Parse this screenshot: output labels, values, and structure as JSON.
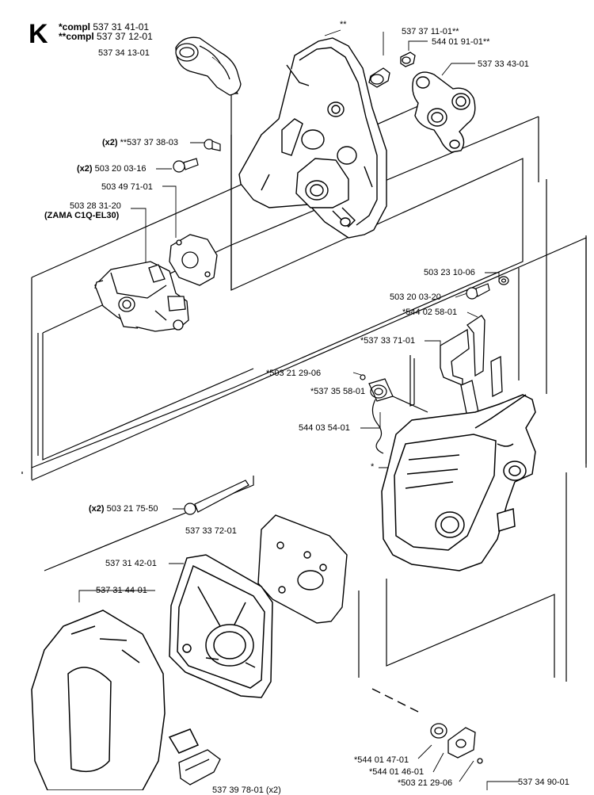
{
  "section_letter": "K",
  "header": {
    "line1_prefix": "*compl",
    "line1_number": "537 31 41-01",
    "line2_prefix": "**compl",
    "line2_number": "537 37 12-01"
  },
  "labels": {
    "elbow": "537 34 13-01",
    "top_marker": "**",
    "bushing": "537 37 11-01**",
    "nipple": "544 01 91-01**",
    "gasket_manifold": "537 33 43-01",
    "screw_small_qty": "(x2)",
    "screw_small": "**537 37 38-03",
    "screw_carb_qty": "(x2)",
    "screw_carb": "503 20 03-16",
    "carb_gasket": "503 49 71-01",
    "carburetor": "503 28 31-20",
    "carburetor_model": "(ZAMA C1Q-EL30)",
    "washer": "503 23 10-06",
    "screw_bracket": "503 20 03-20",
    "bracket": "*544 02 58-01",
    "choke_lever": "*537 33 71-01",
    "small_screw": "*503 21 29-06",
    "link": "*537 35 58-01",
    "spring": "544 03 54-01",
    "housing_marker": "*",
    "long_bolt_qty": "(x2)",
    "long_bolt": "503 21 75-50",
    "filter_pad": "537 33 72-01",
    "filter_holder": "537 31 42-01",
    "cover": "537 31 44-01",
    "bushing_bottom": "*544 01 47-01",
    "plate_bottom": "*544 01 46-01",
    "screw_bottom": "*503 21 29-06",
    "bottom_right": "537 34 90-01",
    "bottom_cut": "537 39 78-01 (x2)"
  }
}
